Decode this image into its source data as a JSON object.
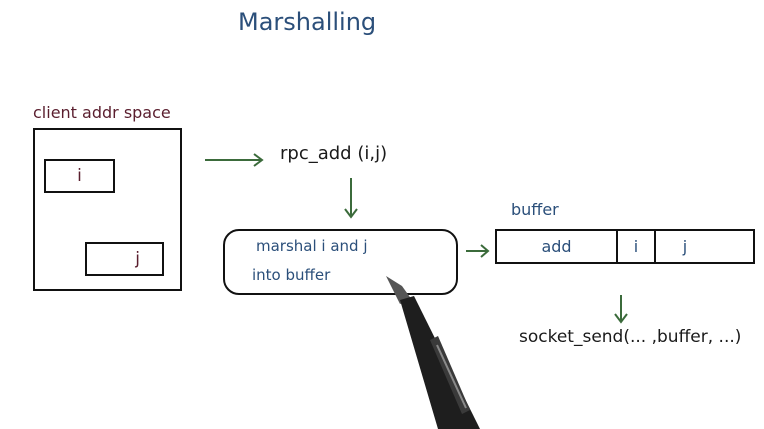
{
  "title": "Marshalling",
  "client": {
    "label": "client addr space",
    "var_i": "i",
    "var_j": "j"
  },
  "rpc_call": "rpc_add (i,j)",
  "marshal_step": {
    "line1": "marshal i and j",
    "line2": "into buffer"
  },
  "buffer": {
    "label": "buffer",
    "cells": [
      "add",
      "i",
      "j"
    ]
  },
  "send_call": "socket_send(... ,buffer, ...)",
  "colors": {
    "title": "#2b4f7a",
    "client": "#5a1e2e",
    "arrow": "#3b6b3b"
  }
}
